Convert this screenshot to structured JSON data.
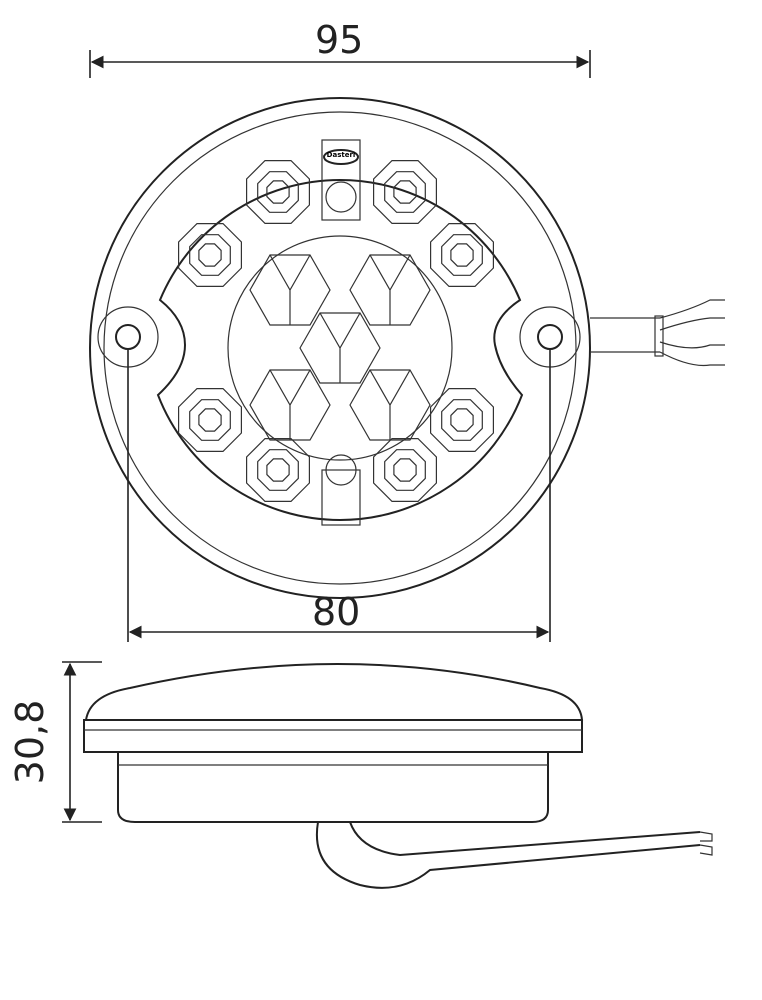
{
  "dimensions": {
    "diameter": "95",
    "mounting_hole_spacing": "80",
    "height": "30,8"
  },
  "logo": "Dasteri"
}
